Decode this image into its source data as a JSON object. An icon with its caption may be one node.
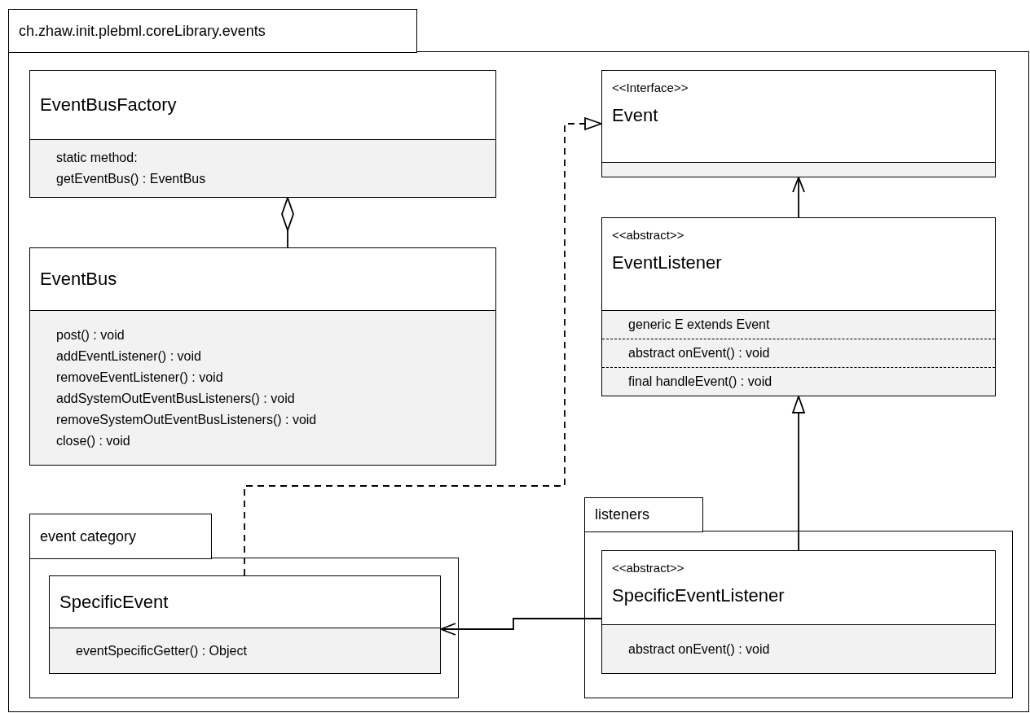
{
  "diagram": {
    "nodes": [
      {
        "text": [
          "ch.zhaw.init.plebml.coreLibrary.events"
        ]
      },
      {
        "text": [
          "EventBusFactory",
          "static method:",
          "getEventBus() : EventBus"
        ],
        "in": 0
      },
      {
        "text": [
          "<<Interface>>",
          "Event"
        ],
        "in": 0
      },
      {
        "text": [
          "EventBus",
          "post() : void",
          "addEventListener() : void",
          "removeEventListener() : void",
          "addSystemOutEventBusListeners() : void",
          "removeSystemOutEventBusListeners() : void",
          "close() : void"
        ],
        "in": 0
      },
      {
        "text": [
          "<<abstract>>",
          "EventListener",
          "generic E extends Event",
          "abstract onEvent() : void",
          "final handleEvent() : void"
        ],
        "in": 0
      },
      {
        "text": [
          "event category"
        ],
        "in": 0
      },
      {
        "text": [
          "SpecificEvent",
          "eventSpecificGetter() : Object"
        ],
        "in": 5
      },
      {
        "text": [
          "listeners"
        ],
        "in": 0
      },
      {
        "text": [
          "<<abstract>>",
          "SpecificEventListener",
          "abstract onEvent() : void"
        ],
        "in": 7
      }
    ],
    "edges": [
      {
        "from": 3,
        "to": 1,
        "arrow": "other"
      },
      {
        "from": 6,
        "to": 2,
        "arrow": "to",
        "style": "dashed"
      },
      {
        "from": 4,
        "to": 2,
        "arrow": "to"
      },
      {
        "from": 8,
        "to": 4,
        "arrow": "to"
      },
      {
        "from": 8,
        "to": 6,
        "arrow": "to"
      }
    ]
  }
}
